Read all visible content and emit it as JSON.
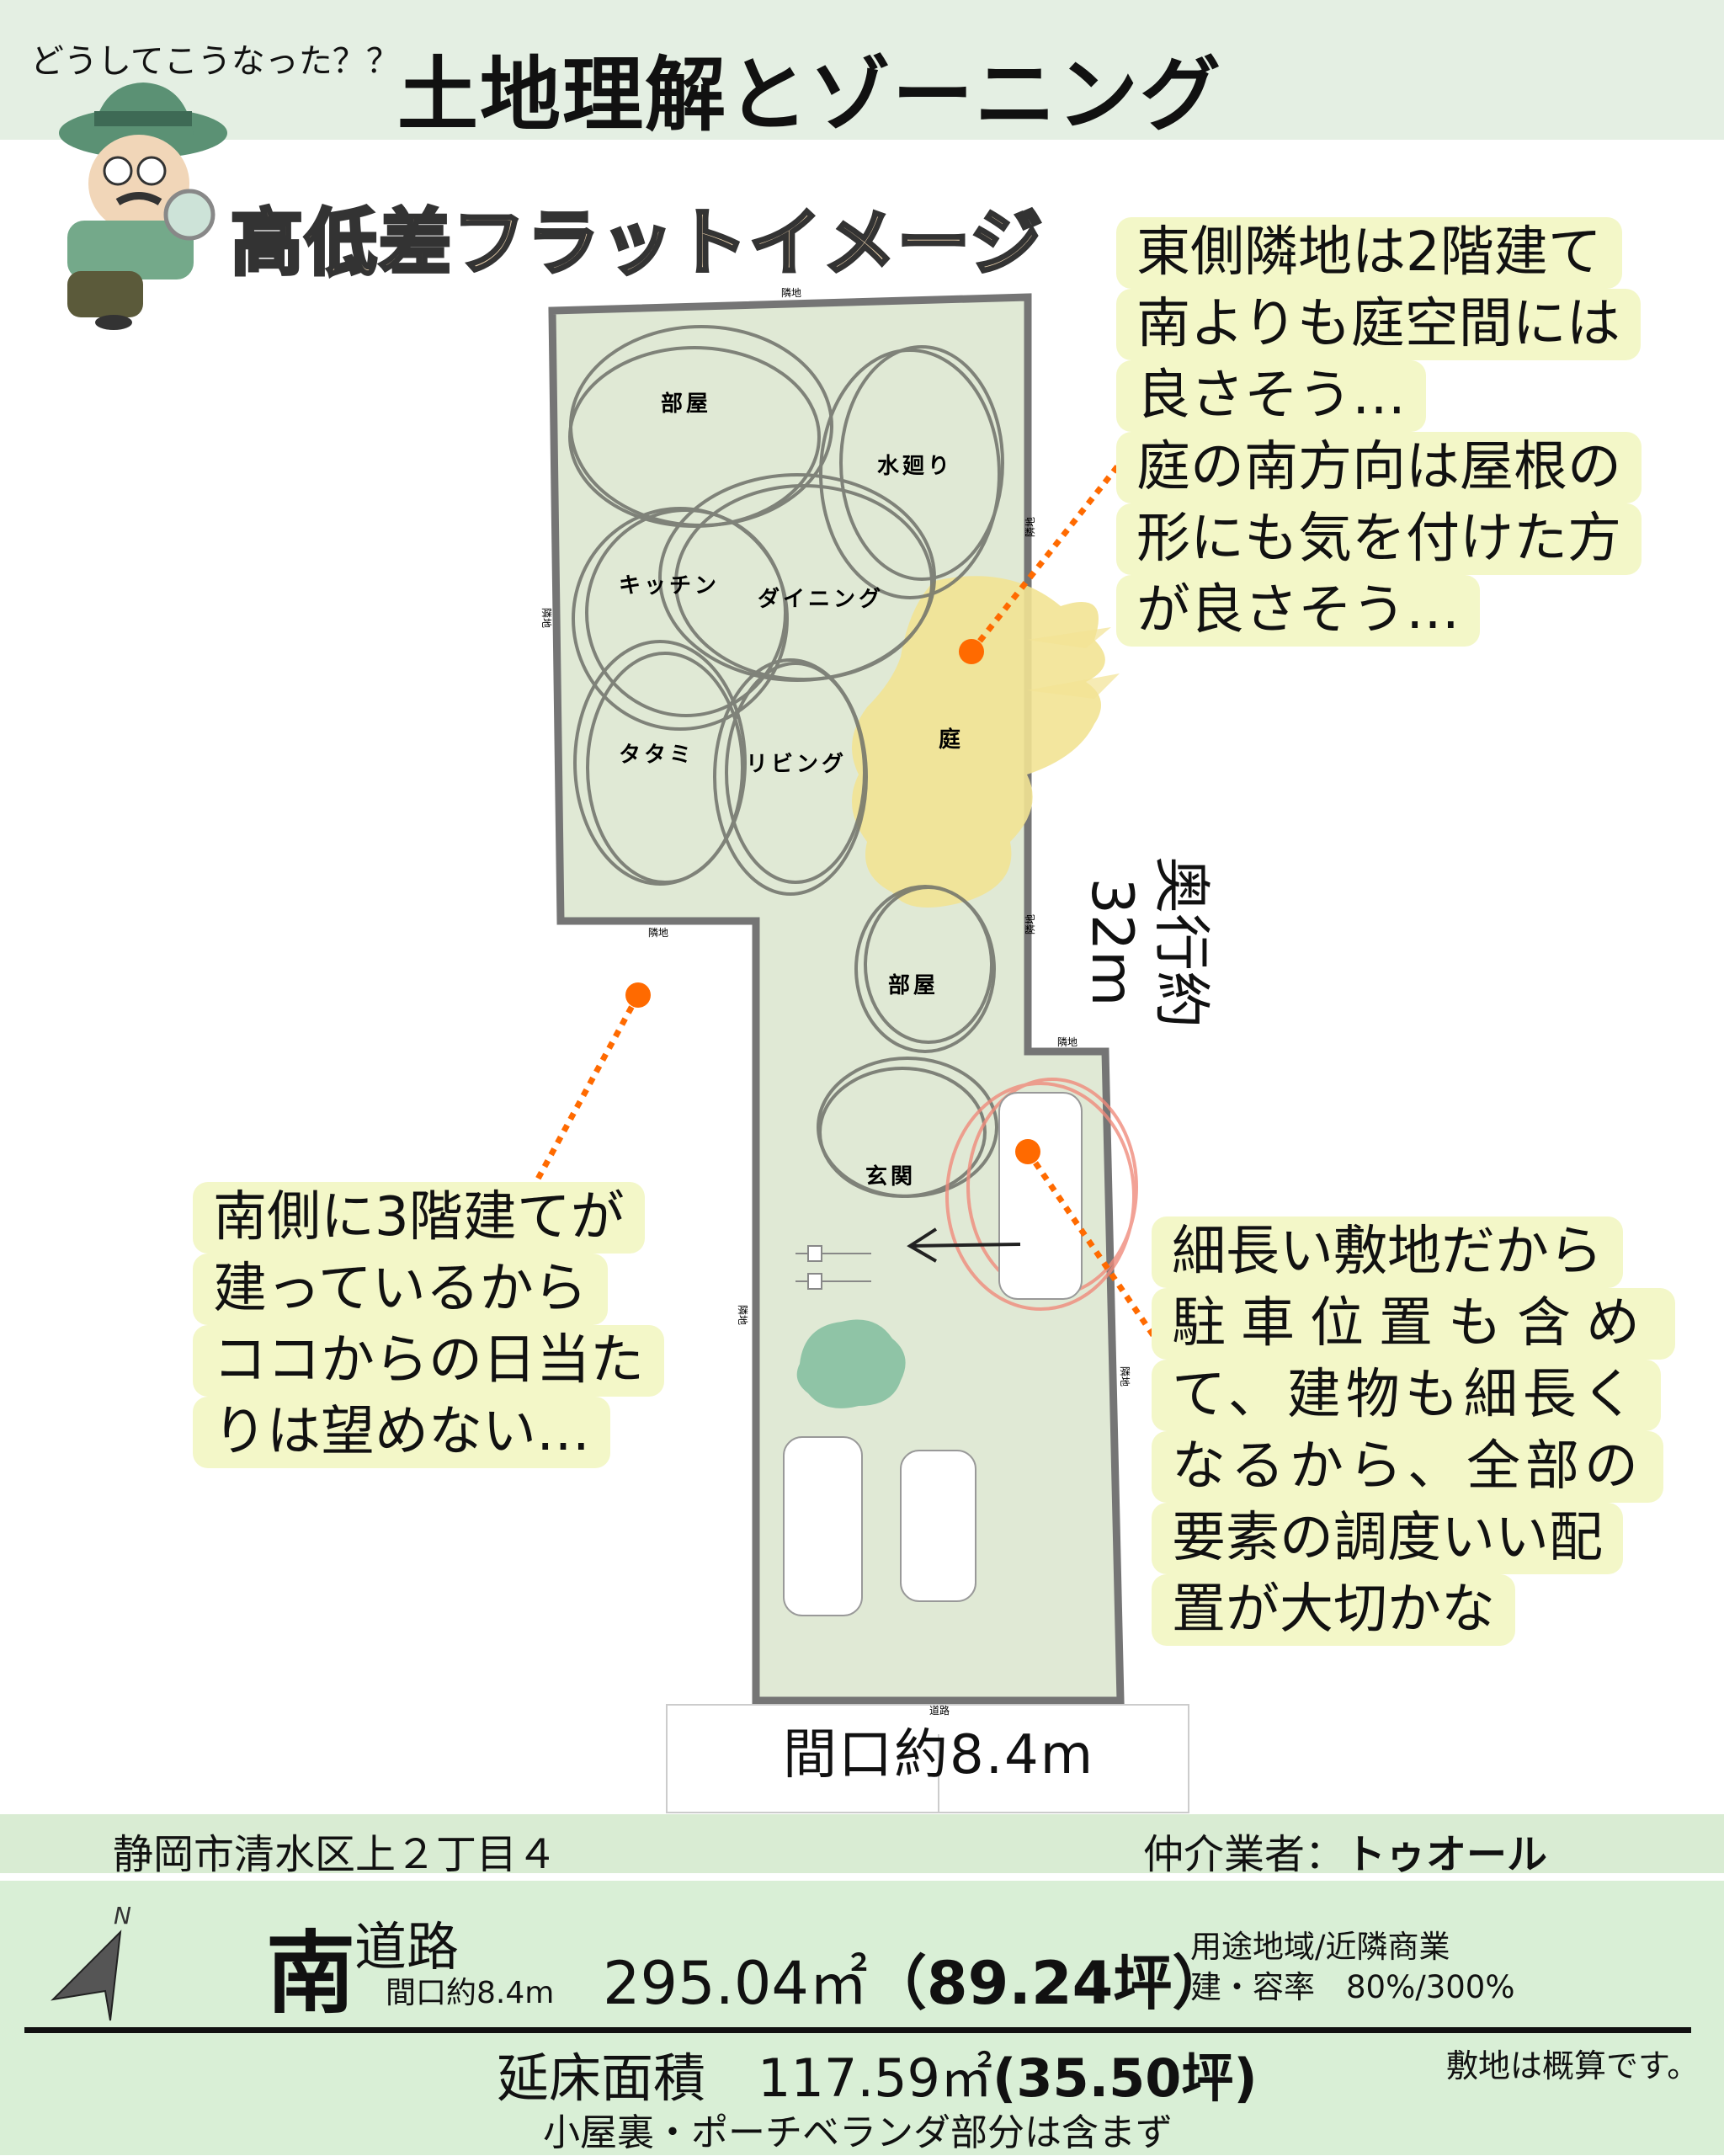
{
  "header": {
    "subtitle": "どうしてこうなった？？",
    "title": "土地理解とゾーニング"
  },
  "section_title": "高低差フラットイメージ",
  "plan": {
    "rooms": [
      "部屋",
      "水廻り",
      "キッチン",
      "ダイニング",
      "タタミ",
      "リビング",
      "庭",
      "部屋",
      "玄関"
    ],
    "boundary_labels": {
      "neighbor": "隣地",
      "road": "道路"
    },
    "depth": "奥行約32m",
    "frontage": "間口約8.4m"
  },
  "callouts": {
    "east": [
      "東側隣地は2階建て",
      "南よりも庭空間には",
      "良さそう…",
      "庭の南方向は屋根の",
      "形にも気を付けた方",
      "が良さそう…"
    ],
    "south": [
      "南側に3階建てが",
      "建っているから",
      "ココからの日当た",
      "りは望めない…"
    ],
    "parking": [
      "細長い敷地だから",
      "駐車位置も含め",
      "て、建物も細長く",
      "なるから、全部の",
      "要素の調度いい配",
      "置が大切かな"
    ]
  },
  "info": {
    "address": "静岡市清水区上２丁目４",
    "broker_label": "仲介業者：",
    "broker": "トゥオール",
    "compass": "N",
    "road_dir": "南",
    "road": "道路",
    "road_frontage": "間口約8.4m",
    "land_area": "295.04㎡",
    "land_tsubo": "（89.24坪）",
    "zoning": "用途地域/近隣商業",
    "ratio": "建・容率　80%/300%",
    "floor_label": "延床面積",
    "floor_area": "117.59㎡",
    "floor_tsubo": "(35.50坪)",
    "floor_note": "小屋裏・ポーチベランダ部分は含まず",
    "approx_note": "敷地は概算です。"
  },
  "colors": {
    "header": "#e4efe3",
    "site": "#e0e9d5",
    "garden": "#f2e394",
    "callout": "#f3f7c8",
    "accent": "#ff6a00",
    "band": "#d9efd6"
  }
}
